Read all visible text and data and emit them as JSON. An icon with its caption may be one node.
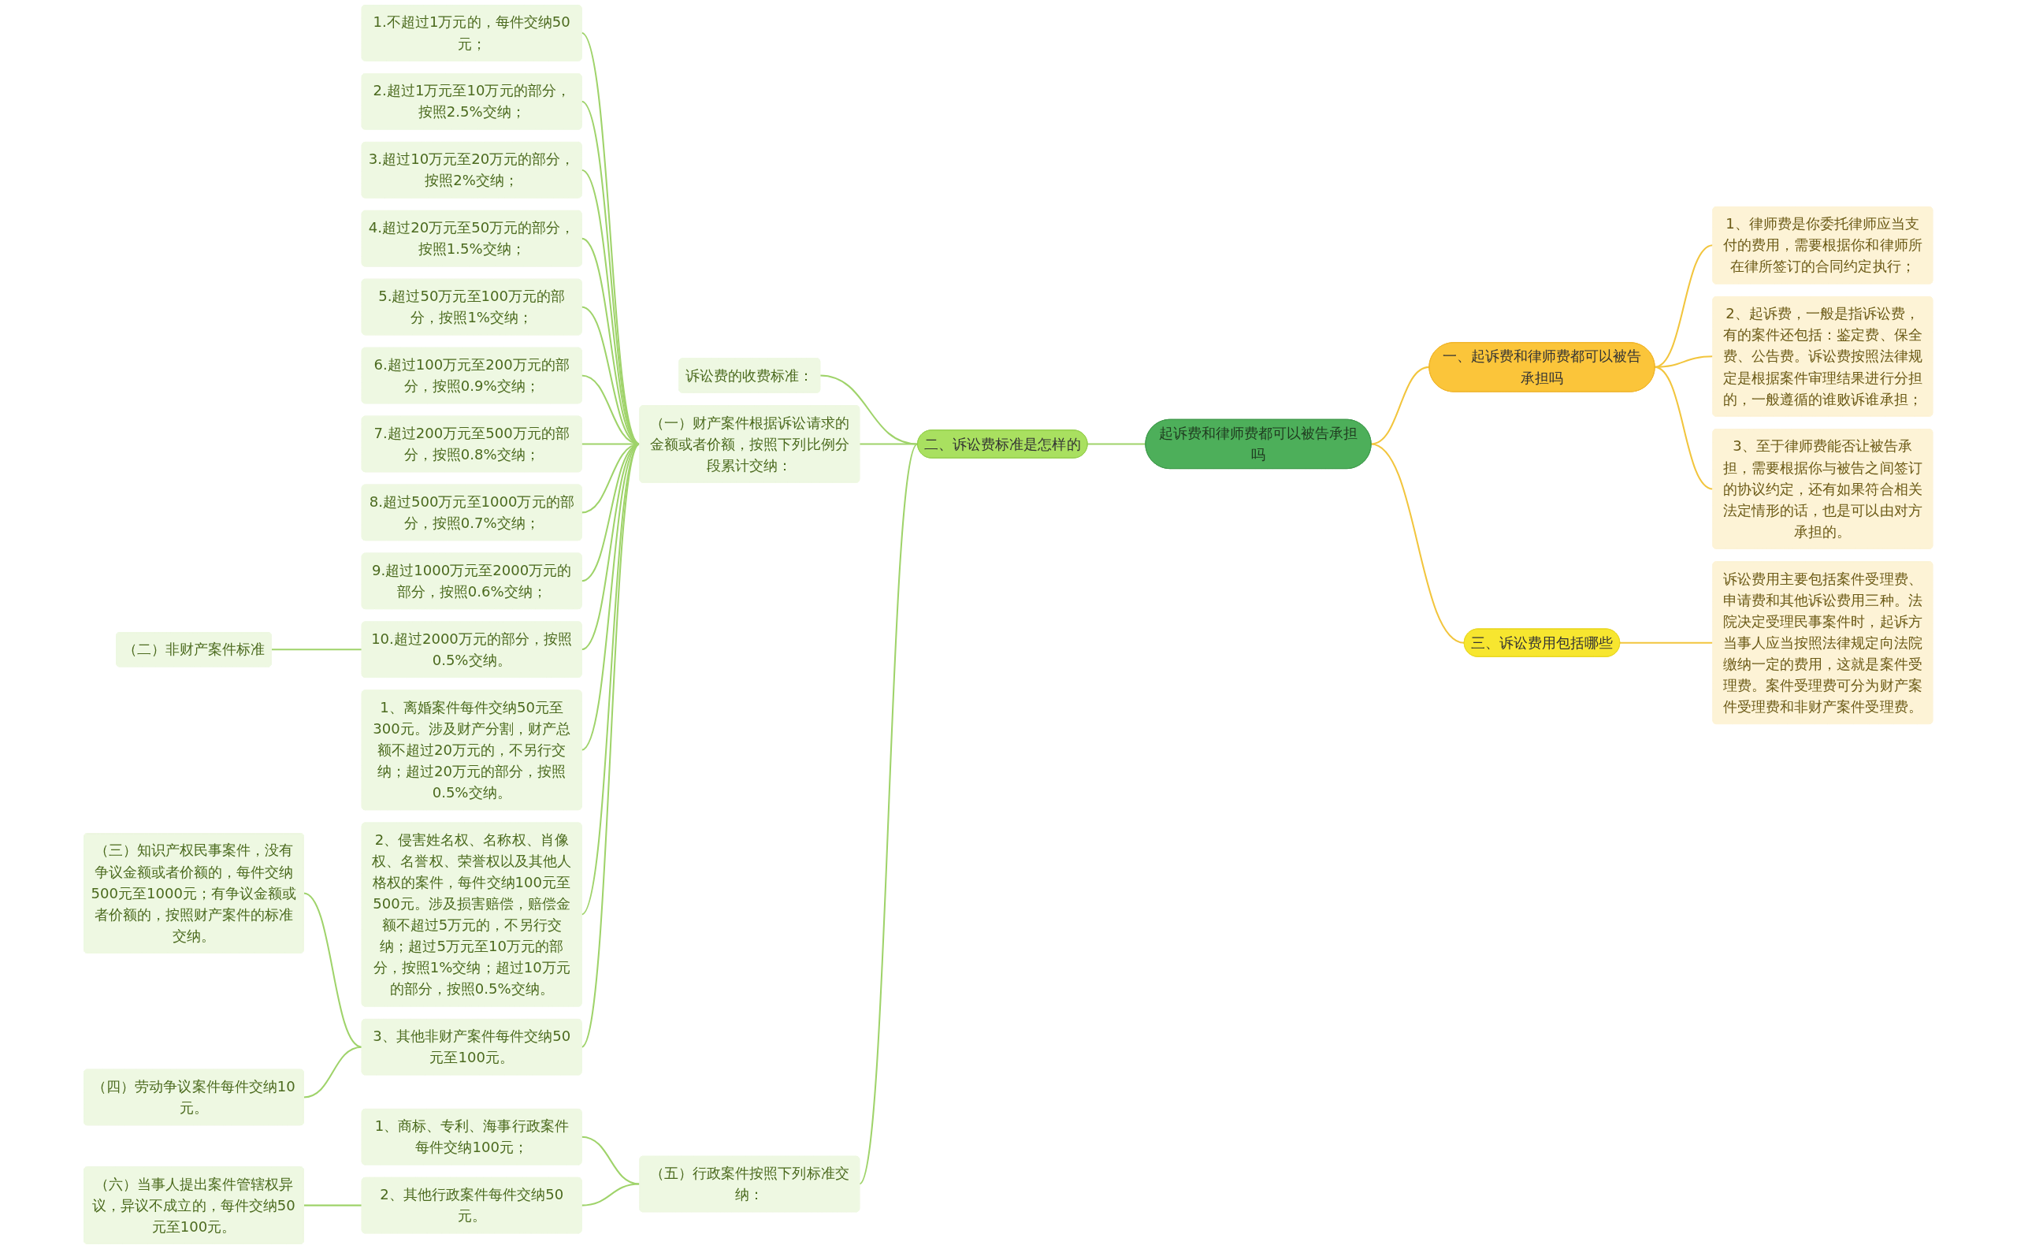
{
  "diagram": {
    "nodes": [
      {
        "text": [
          "起诉费和律师费都可以被告承担吗"
        ]
      },
      {
        "text": [
          "一、起诉费和律师费都可以被告承担吗"
        ]
      },
      {
        "text": [
          "1、律师费是你委托律师应当支付的费用，需要根据你和律师所在律所签订的合同约定执行；"
        ]
      },
      {
        "text": [
          "2、起诉费，一般是指诉讼费，有的案件还包括：鉴定费、保全费、公告费。诉讼费按照法律规定是根据案件审理结果进行分担的，一般遵循的谁败诉谁承担；"
        ]
      },
      {
        "text": [
          "3、至于律师费能否让被告承担，需要根据你与被告之间签订的协议约定，还有如果符合相关法定情形的话，也是可以由对方承担的。"
        ]
      },
      {
        "text": [
          "三、诉讼费用包括哪些"
        ]
      },
      {
        "text": [
          "诉讼费用主要包括案件受理费、申请费和其他诉讼费用三种。法院决定受理民事案件时，起诉方当事人应当按照法律规定向法院缴纳一定的费用，这就是案件受理费。案件受理费可分为财产案件受理费和非财产案件受理费。"
        ]
      },
      {
        "text": [
          "二、诉讼费标准是怎样的"
        ]
      },
      {
        "text": [
          "诉讼费的收费标准："
        ]
      },
      {
        "text": [
          "（一）财产案件根据诉讼请求的金额或者价额，按照下列比例分段累计交纳："
        ]
      },
      {
        "text": [
          "1.不超过1万元的，每件交纳50元；"
        ]
      },
      {
        "text": [
          "2.超过1万元至10万元的部分，按照2.5%交纳；"
        ]
      },
      {
        "text": [
          "3.超过10万元至20万元的部分，按照2%交纳；"
        ]
      },
      {
        "text": [
          "4.超过20万元至50万元的部分，按照1.5%交纳；"
        ]
      },
      {
        "text": [
          "5.超过50万元至100万元的部分，按照1%交纳；"
        ]
      },
      {
        "text": [
          "6.超过100万元至200万元的部分，按照0.9%交纳；"
        ]
      },
      {
        "text": [
          "7.超过200万元至500万元的部分，按照0.8%交纳；"
        ]
      },
      {
        "text": [
          "8.超过500万元至1000万元的部分，按照0.7%交纳；"
        ]
      },
      {
        "text": [
          "9.超过1000万元至2000万元的部分，按照0.6%交纳；"
        ]
      },
      {
        "text": [
          "10.超过2000万元的部分，按照0.5%交纳。"
        ]
      },
      {
        "text": [
          "（二）非财产案件标准"
        ]
      },
      {
        "text": [
          "1、离婚案件每件交纳50元至300元。涉及财产分割，财产总额不超过20万元的，不另行交纳；超过20万元的部分，按照0.5%交纳。"
        ]
      },
      {
        "text": [
          "2、侵害姓名权、名称权、肖像权、名誉权、荣誉权以及其他人格权的案件，每件交纳100元至500元。涉及损害赔偿，赔偿金额不超过5万元的，不另行交纳；超过5万元至10万元的部分，按照1%交纳；超过10万元的部分，按照0.5%交纳。"
        ]
      },
      {
        "text": [
          "3、其他非财产案件每件交纳50元至100元。"
        ]
      },
      {
        "text": [
          "（三）知识产权民事案件，没有争议金额或者价额的，每件交纳500元至1000元；有争议金额或者价额的，按照财产案件的标准交纳。"
        ]
      },
      {
        "text": [
          "（四）劳动争议案件每件交纳10元。"
        ]
      },
      {
        "text": [
          "（五）行政案件按照下列标准交纳："
        ]
      },
      {
        "text": [
          "1、商标、专利、海事行政案件每件交纳100元；"
        ]
      },
      {
        "text": [
          "2、其他行政案件每件交纳50元。"
        ]
      },
      {
        "text": [
          "（六）当事人提出案件管辖权异议，异议不成立的，每件交纳50元至100元。"
        ]
      }
    ],
    "edges": [
      {
        "from": 0,
        "to": 1,
        "arrow": "none",
        "color": "#f2c53d"
      },
      {
        "from": 1,
        "to": 2,
        "arrow": "none",
        "color": "#f2c53d"
      },
      {
        "from": 1,
        "to": 3,
        "arrow": "none",
        "color": "#f2c53d"
      },
      {
        "from": 1,
        "to": 4,
        "arrow": "none",
        "color": "#f2c53d"
      },
      {
        "from": 0,
        "to": 5,
        "arrow": "none",
        "color": "#f2c53d"
      },
      {
        "from": 5,
        "to": 6,
        "arrow": "none",
        "color": "#f2c53d"
      },
      {
        "from": 0,
        "to": 7,
        "arrow": "none"
      },
      {
        "from": 7,
        "to": 8,
        "arrow": "none"
      },
      {
        "from": 7,
        "to": 9,
        "arrow": "none"
      },
      {
        "from": 9,
        "to": 10,
        "arrow": "none"
      },
      {
        "from": 9,
        "to": 11,
        "arrow": "none"
      },
      {
        "from": 9,
        "to": 12,
        "arrow": "none"
      },
      {
        "from": 9,
        "to": 13,
        "arrow": "none"
      },
      {
        "from": 9,
        "to": 14,
        "arrow": "none"
      },
      {
        "from": 9,
        "to": 15,
        "arrow": "none"
      },
      {
        "from": 9,
        "to": 16,
        "arrow": "none"
      },
      {
        "from": 9,
        "to": 17,
        "arrow": "none"
      },
      {
        "from": 9,
        "to": 18,
        "arrow": "none"
      },
      {
        "from": 9,
        "to": 19,
        "arrow": "none"
      },
      {
        "from": 19,
        "to": 20,
        "arrow": "none"
      },
      {
        "from": 9,
        "to": 21,
        "arrow": "none"
      },
      {
        "from": 9,
        "to": 22,
        "arrow": "none"
      },
      {
        "from": 9,
        "to": 23,
        "arrow": "none"
      },
      {
        "from": 23,
        "to": 24,
        "arrow": "none"
      },
      {
        "from": 23,
        "to": 25,
        "arrow": "none"
      },
      {
        "from": 7,
        "to": 26,
        "arrow": "none"
      },
      {
        "from": 26,
        "to": 27,
        "arrow": "none"
      },
      {
        "from": 26,
        "to": 28,
        "arrow": "none"
      },
      {
        "from": 28,
        "to": 29,
        "arrow": "none"
      }
    ]
  }
}
